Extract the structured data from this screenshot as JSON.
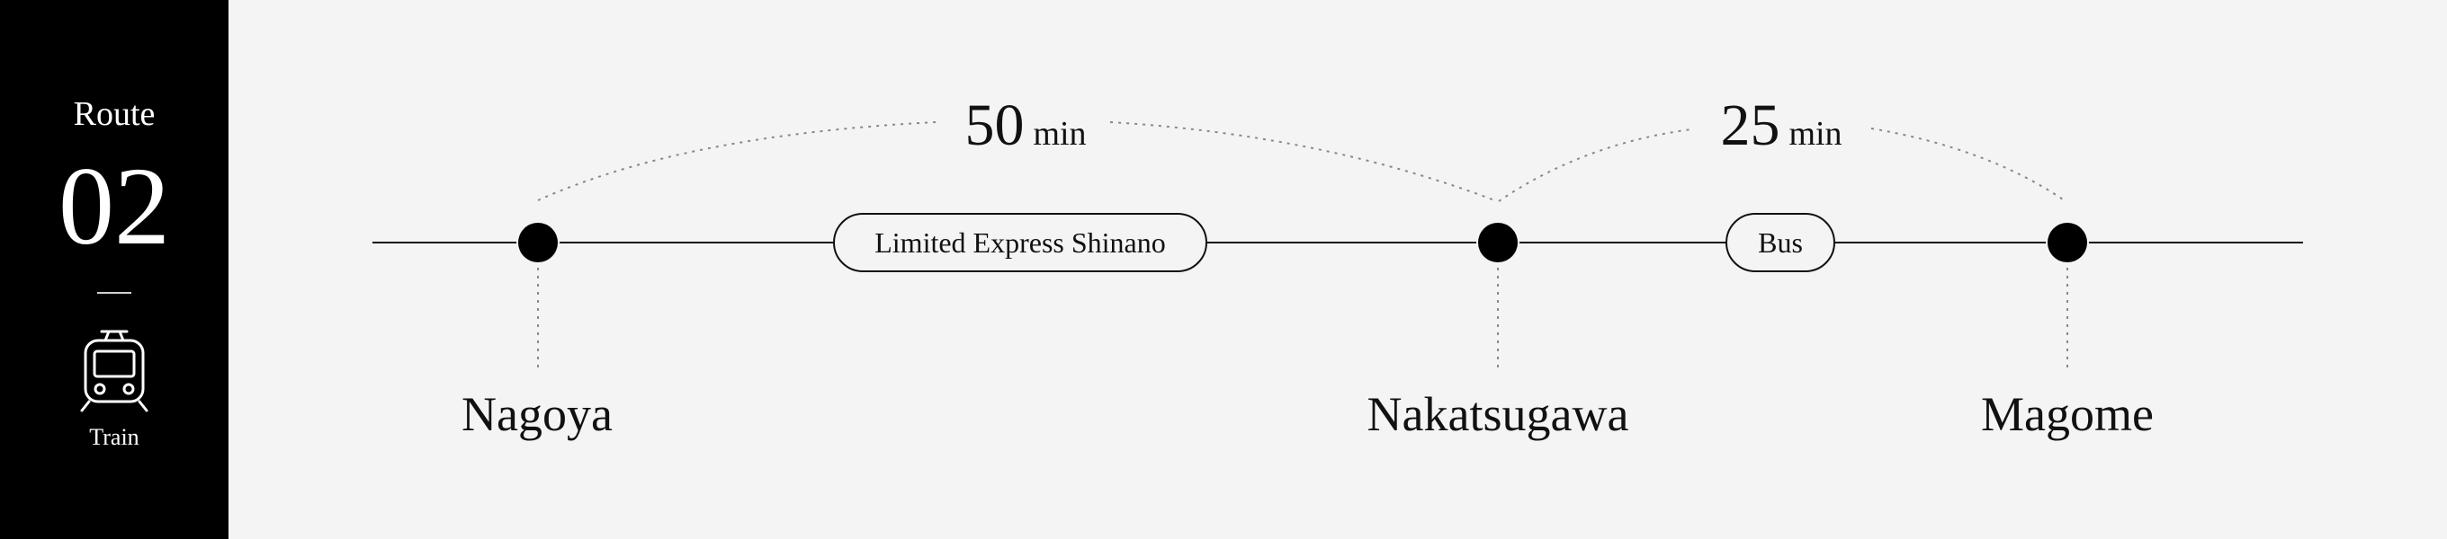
{
  "route": {
    "label": "Route",
    "number": "02",
    "mode": "Train",
    "icon": "train-icon"
  },
  "stations": [
    {
      "name": "Nagoya"
    },
    {
      "name": "Nakatsugawa"
    },
    {
      "name": "Magome"
    }
  ],
  "segments": [
    {
      "transport": "Limited Express Shinano",
      "duration": "50",
      "unit": "min"
    },
    {
      "transport": "Bus",
      "duration": "25",
      "unit": "min"
    }
  ],
  "colors": {
    "sidebar_bg": "#000000",
    "background": "#f4f4f4",
    "line": "#111111",
    "dotted": "#888888"
  }
}
